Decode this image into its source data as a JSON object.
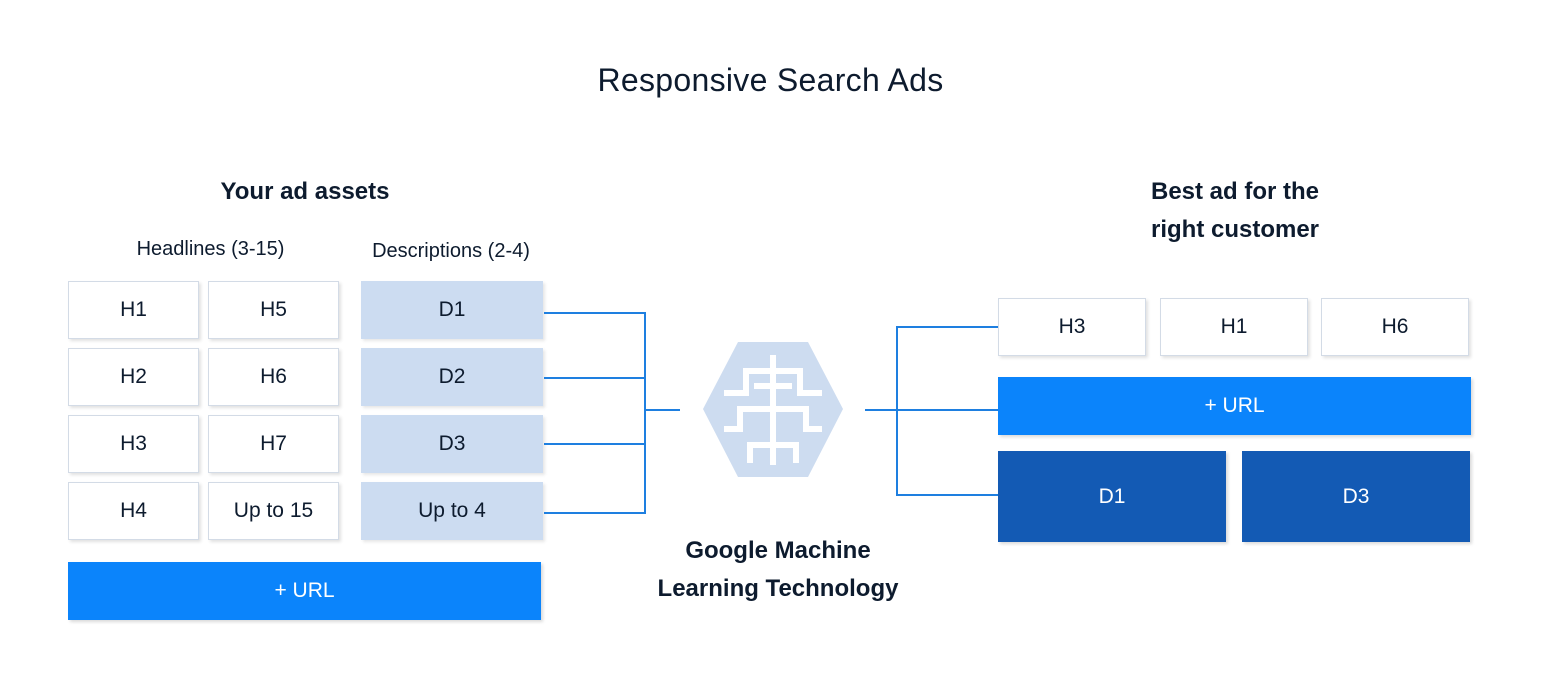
{
  "title": "Responsive Search Ads",
  "left": {
    "section_title": "Your ad assets",
    "headlines_label": "Headlines (3-15)",
    "descriptions_label": "Descriptions (2-4)",
    "headlines_col1": [
      "H1",
      "H2",
      "H3",
      "H4"
    ],
    "headlines_col2": [
      "H5",
      "H6",
      "H7",
      "Up to 15"
    ],
    "descriptions": [
      "D1",
      "D2",
      "D3",
      "Up to 4"
    ],
    "url": "+ URL"
  },
  "center": {
    "caption_line1": "Google Machine",
    "caption_line2": "Learning Technology",
    "icon": "brain-chip-icon"
  },
  "right": {
    "section_title_line1": "Best ad for the",
    "section_title_line2": "right customer",
    "headlines": [
      "H3",
      "H1",
      "H6"
    ],
    "url": "+ URL",
    "descriptions": [
      "D1",
      "D3"
    ]
  },
  "colors": {
    "text": "#0d1b2e",
    "connector": "#1e7fe0",
    "url_blue": "#0b84fb",
    "description_light": "#ccdcf1",
    "description_dark": "#135ab4",
    "icon": "#cddcf0"
  }
}
